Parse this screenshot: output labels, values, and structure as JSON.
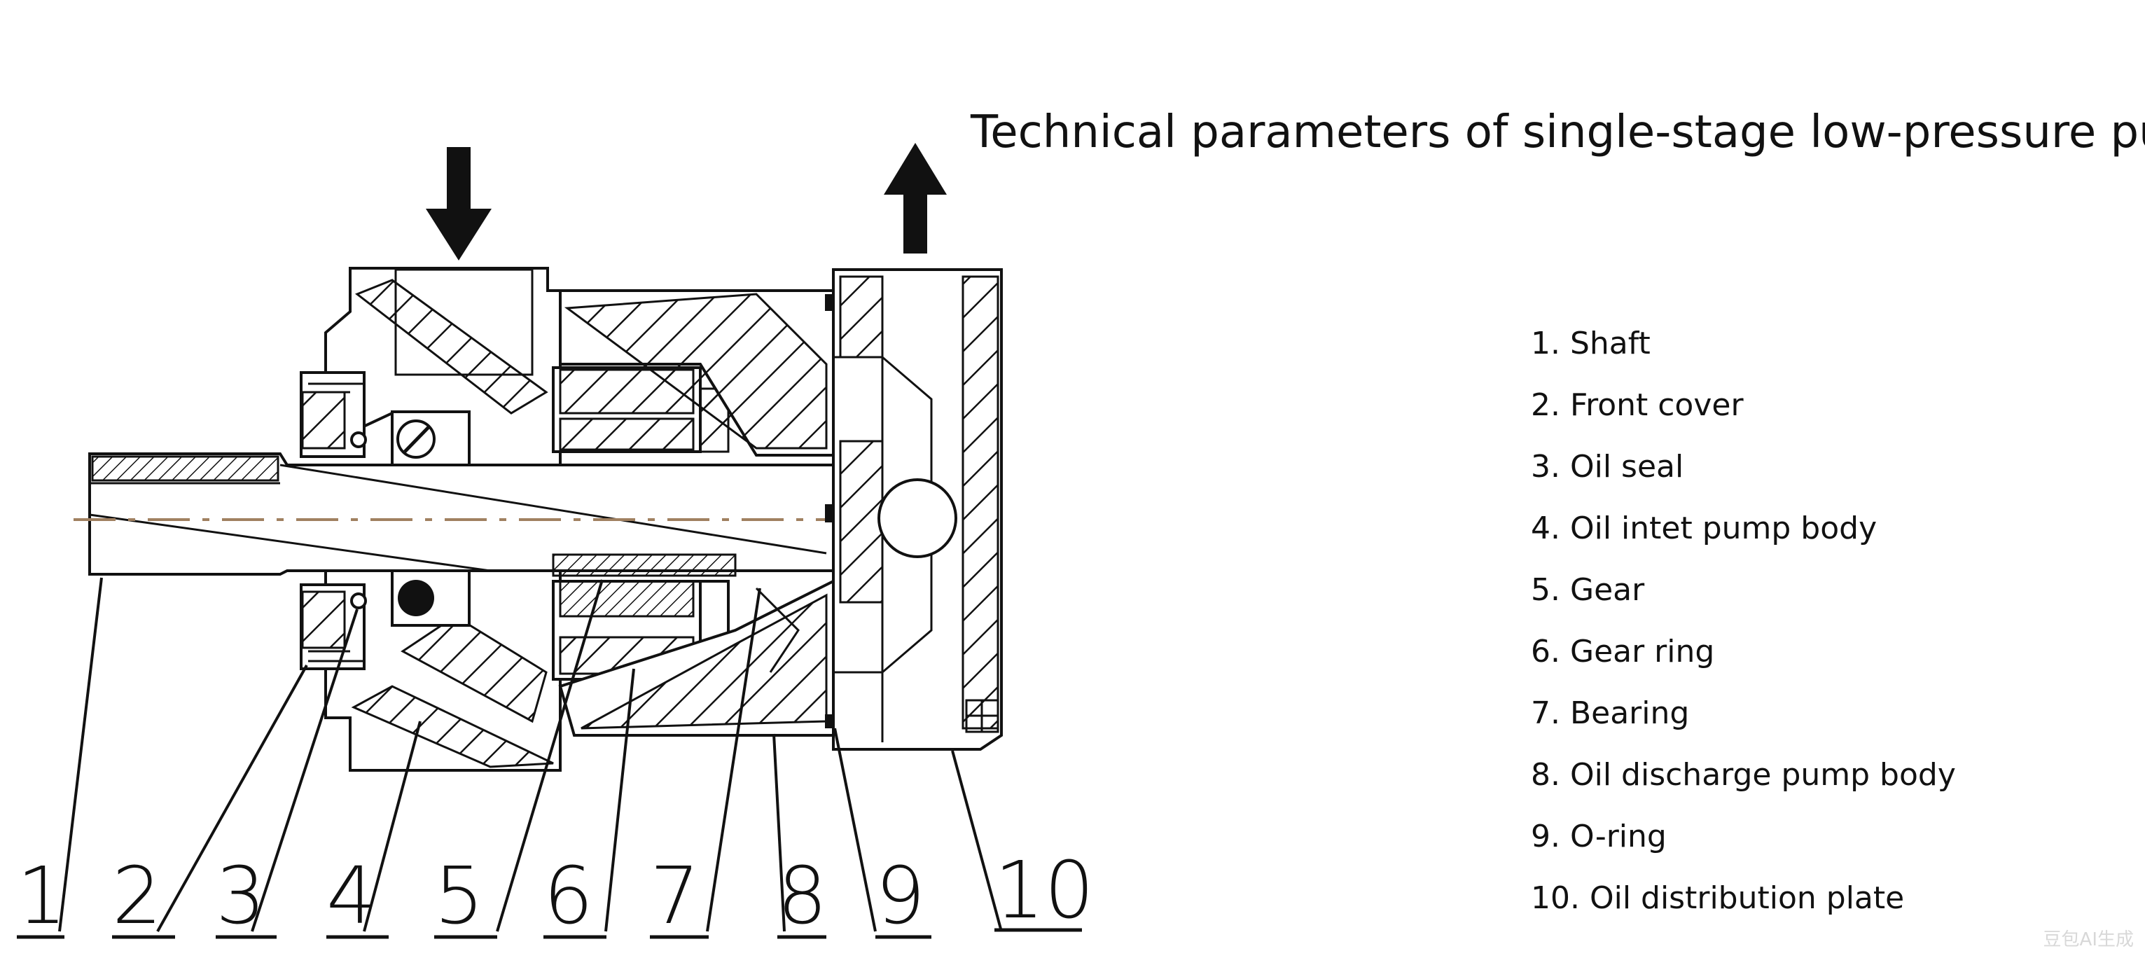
{
  "title": "Technical parameters of single-stage low-pressure pump",
  "callout_numbers": [
    "1",
    "2",
    "3",
    "4",
    "5",
    "6",
    "7",
    "8",
    "9",
    "10"
  ],
  "legend": [
    "1. Shaft",
    "2. Front cover",
    "3. Oil seal",
    "4. Oil intet pump body",
    "5. Gear",
    "6. Gear ring",
    "7. Bearing",
    "8. Oil discharge pump body",
    "9. O-ring",
    "10. Oil distribution plate"
  ],
  "watermark": "豆包AI生成",
  "colors": {
    "line": "#111111",
    "centerline": "#a08060",
    "background": "#ffffff"
  }
}
